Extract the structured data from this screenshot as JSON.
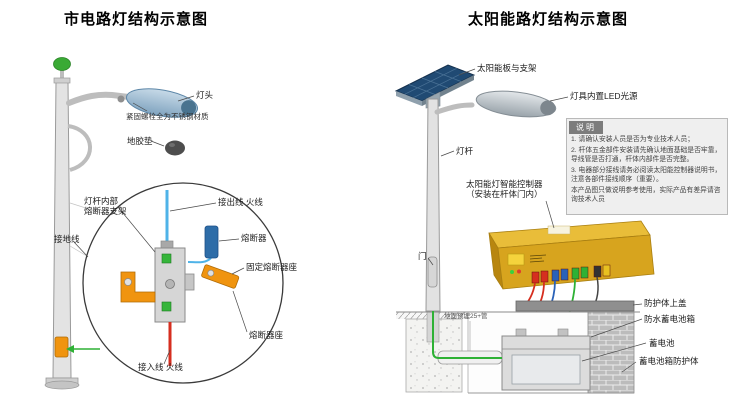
{
  "titles": {
    "left": "市电路灯结构示意图",
    "right": "太阳能路灯结构示意图"
  },
  "left_labels": {
    "lamp_head": "灯头",
    "bolts": "紧固螺栓全为不锈钢材质",
    "rubber_pad": "地胶垫",
    "fuse_bracket": "灯杆内部\n熔断器支架",
    "ground_wire": "接地线",
    "wire_out": "接出线 火线",
    "fuse": "熔断器",
    "fixed_fuse_holder": "固定熔断器座",
    "fuse_holder": "熔断器座",
    "wire_in": "接入线 火线"
  },
  "right_labels": {
    "solar_panel": "太阳能板与支架",
    "led_lamp": "灯具内置LED光源",
    "pole": "灯杆",
    "controller": "太阳能灯智能控制器\n（安装在杆体门内）",
    "door": "门",
    "buried_pipe": "地面预埋25+管",
    "cover": "防护体上盖",
    "battery_box": "防水蓄电池箱",
    "battery": "蓄电池",
    "box_guard": "蓄电池箱防护体"
  },
  "note": {
    "title": "说明",
    "item1": "1. 请确认安装人员是否为专业技术人员；",
    "item2": "2. 杆体五金部件安装请先确认地面基础是否牢靠，导线管是否打通，杆体内部件是否完整。",
    "item3": "3. 电器部分接线请务必阅读太阳能控制器说明书，注意各部件接线顺序（重要）。",
    "footnote": "本产品图只做说明参考使用，实际产品有差异请咨询技术人员"
  },
  "colors": {
    "green_ball": "#3aaa35",
    "lamp_blue": "#8fb0c9",
    "fuse_blue": "#2e6da8",
    "orange": "#f0940f",
    "wire_red": "#d62e1f",
    "wire_blue": "#4fb3e8",
    "wire_green": "#2eb135",
    "controller_gold": "#d7a41e"
  }
}
